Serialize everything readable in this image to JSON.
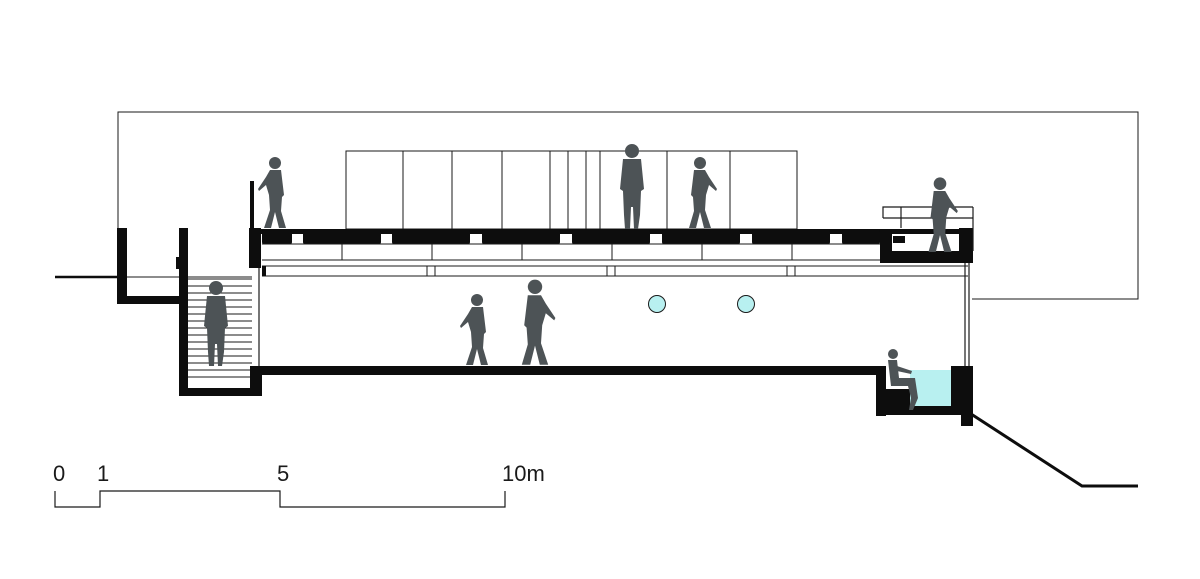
{
  "drawing": {
    "type": "architectural-section",
    "colors": {
      "line": "#1a1a1a",
      "fill": "#0d0d0d",
      "figure": "#4d5356",
      "glass": "#b8f0f0"
    }
  },
  "scale_bar": {
    "labels": [
      "0",
      "1",
      "5",
      "10m"
    ]
  }
}
